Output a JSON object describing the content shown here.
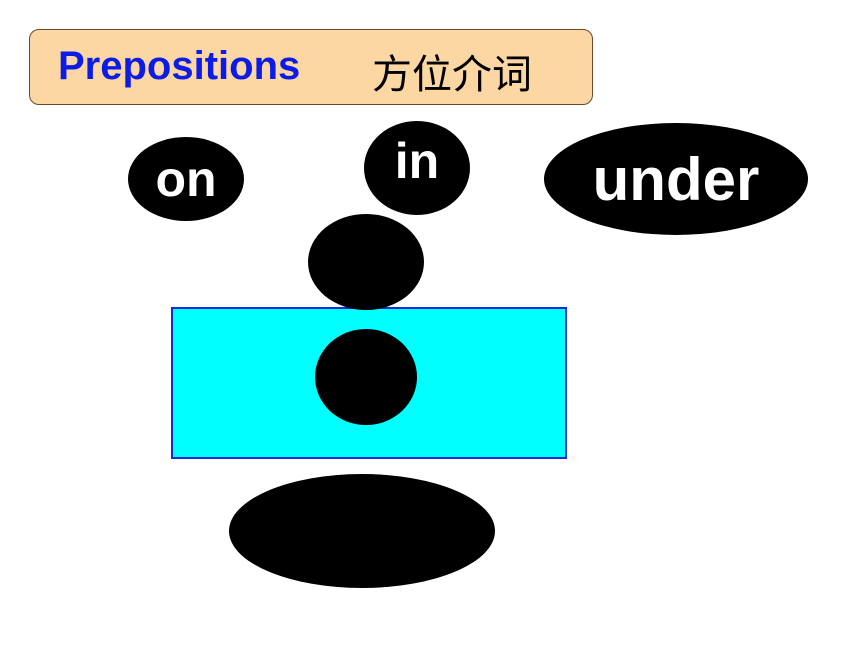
{
  "title": {
    "english": "Prepositions",
    "chinese": "方位介词"
  },
  "words": {
    "on": "on",
    "in": "in",
    "under": "under"
  },
  "colors": {
    "title_background": "#fdd7a3",
    "title_text": "#0b1be8",
    "box_fill": "#00ffff",
    "box_border": "#1a2ad6",
    "oval_fill": "#000000",
    "oval_text": "#ffffff"
  }
}
